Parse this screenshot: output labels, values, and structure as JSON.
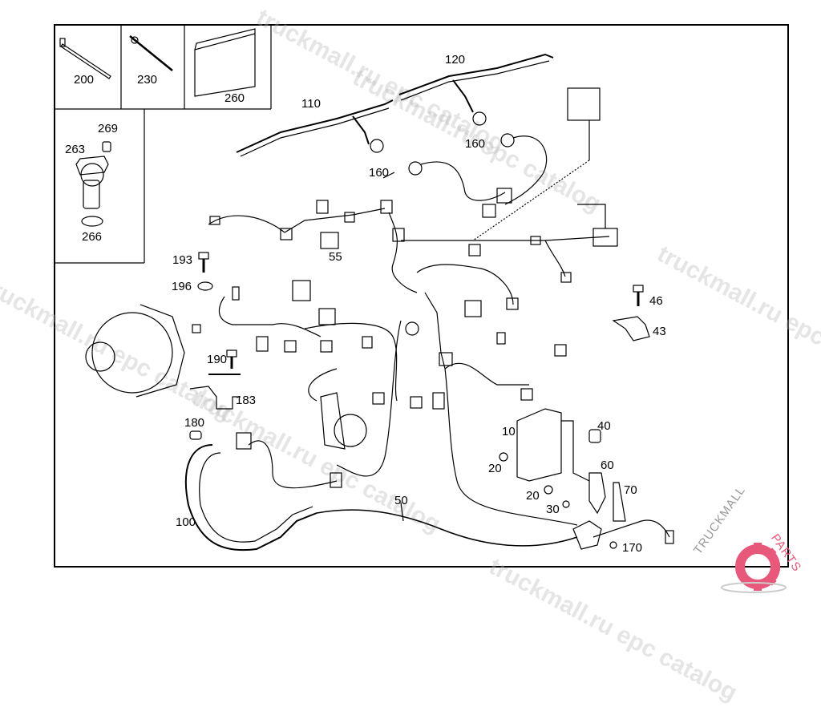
{
  "diagram": {
    "title": "Engine wiring harness parts diagram",
    "watermark": "truckmall.ru epc catalog",
    "logo": {
      "left": "TRUCKMALL",
      "right": "PARTS",
      "accent": "#e8587a",
      "gray": "#999999"
    },
    "inset_labels": {
      "p200": "200",
      "p230": "230",
      "p260": "260",
      "p269": "269",
      "p263": "263",
      "p266": "266"
    },
    "callouts": {
      "p110": "110",
      "p120": "120",
      "p160a": "160",
      "p160b": "160",
      "p193": "193",
      "p196": "196",
      "p55": "55",
      "p46": "46",
      "p43": "43",
      "p190": "190",
      "p183": "183",
      "p180": "180",
      "p10": "10",
      "p40": "40",
      "p20a": "20",
      "p60": "60",
      "p70": "70",
      "p20b": "20",
      "p30": "30",
      "p50": "50",
      "p100": "100",
      "p170": "170"
    }
  }
}
